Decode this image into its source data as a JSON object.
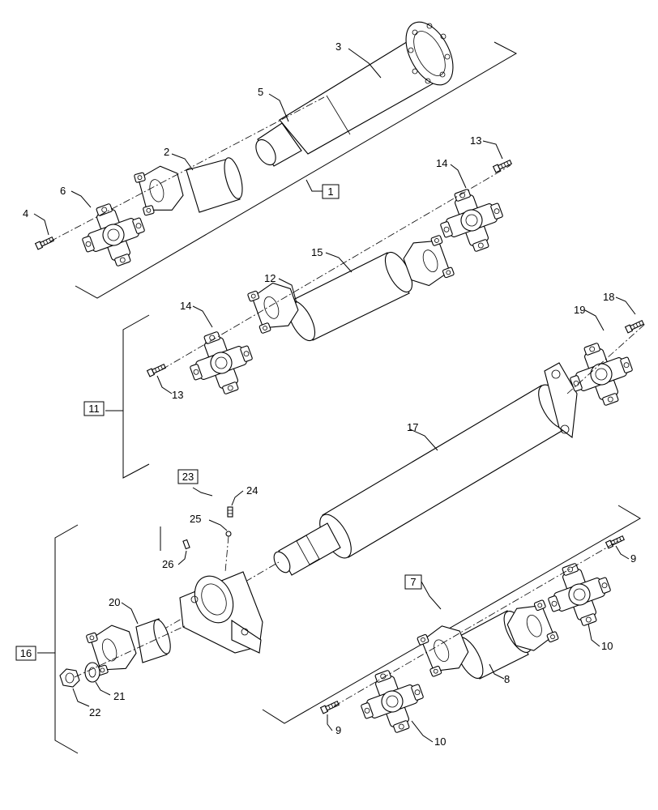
{
  "diagram": {
    "callouts": [
      {
        "id": "c1",
        "text": "1",
        "boxed": true
      },
      {
        "id": "c2",
        "text": "2"
      },
      {
        "id": "c3",
        "text": "3"
      },
      {
        "id": "c4",
        "text": "4"
      },
      {
        "id": "c5",
        "text": "5"
      },
      {
        "id": "c6",
        "text": "6"
      },
      {
        "id": "c7",
        "text": "7",
        "boxed": true
      },
      {
        "id": "c8",
        "text": "8"
      },
      {
        "id": "c9a",
        "text": "9"
      },
      {
        "id": "c9b",
        "text": "9"
      },
      {
        "id": "c10a",
        "text": "10"
      },
      {
        "id": "c10b",
        "text": "10"
      },
      {
        "id": "c11",
        "text": "11",
        "boxed": true
      },
      {
        "id": "c12",
        "text": "12"
      },
      {
        "id": "c13a",
        "text": "13"
      },
      {
        "id": "c13b",
        "text": "13"
      },
      {
        "id": "c14a",
        "text": "14"
      },
      {
        "id": "c14b",
        "text": "14"
      },
      {
        "id": "c15",
        "text": "15"
      },
      {
        "id": "c16",
        "text": "16",
        "boxed": true
      },
      {
        "id": "c17",
        "text": "17"
      },
      {
        "id": "c18",
        "text": "18"
      },
      {
        "id": "c19",
        "text": "19"
      },
      {
        "id": "c20",
        "text": "20"
      },
      {
        "id": "c21",
        "text": "21"
      },
      {
        "id": "c22",
        "text": "22"
      },
      {
        "id": "c23",
        "text": "23",
        "boxed": true
      },
      {
        "id": "c24",
        "text": "24"
      },
      {
        "id": "c25",
        "text": "25"
      },
      {
        "id": "c26",
        "text": "26"
      }
    ]
  }
}
